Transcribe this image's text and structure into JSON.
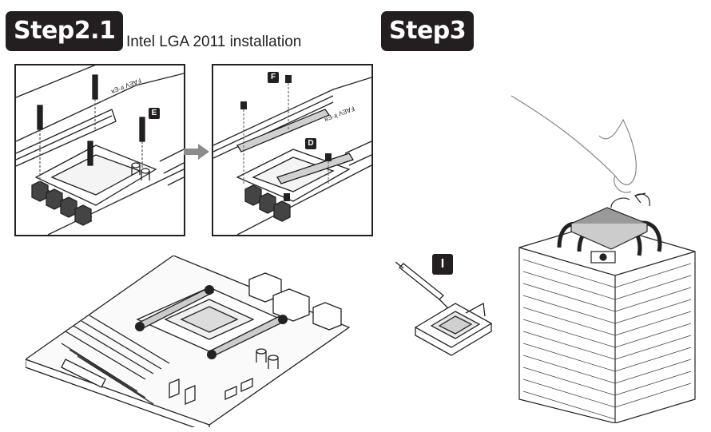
{
  "header": {
    "step_left": "Step2.1",
    "subtitle": "Intel LGA 2011 installation",
    "step_right": "Step3"
  },
  "tags": {
    "e": "E",
    "f": "F",
    "d": "D",
    "i": "I"
  },
  "icons": {
    "arrow": "right-arrow-icon",
    "syringe": "thermal-paste-syringe-icon",
    "hand": "hand-icon"
  },
  "colors": {
    "badge": "#231f20",
    "line": "#222222",
    "arrow": "#8c8c8c"
  }
}
